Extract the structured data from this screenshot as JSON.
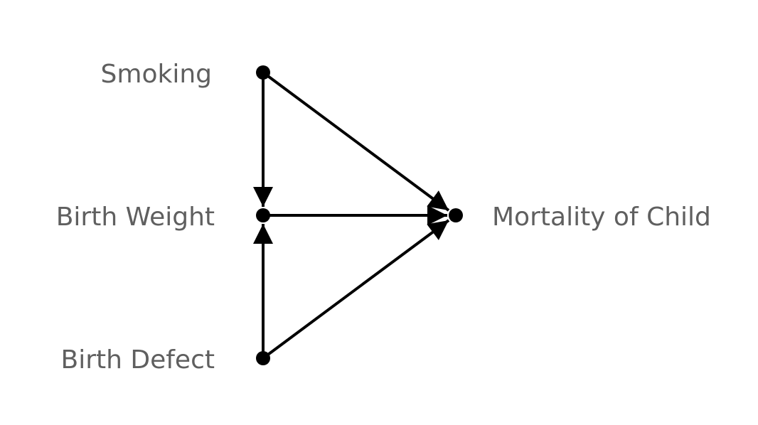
{
  "diagram": {
    "type": "directed-acyclic-graph",
    "colors": {
      "node": "#000000",
      "edge": "#000000",
      "label": "#5f5f5f",
      "background": "#ffffff"
    },
    "nodes": {
      "smoking": {
        "label": "Smoking"
      },
      "birth_weight": {
        "label": "Birth Weight"
      },
      "birth_defect": {
        "label": "Birth Defect"
      },
      "mortality": {
        "label": "Mortality of Child"
      }
    },
    "edges": [
      {
        "from": "smoking",
        "to": "birth_weight"
      },
      {
        "from": "smoking",
        "to": "mortality"
      },
      {
        "from": "birth_weight",
        "to": "mortality"
      },
      {
        "from": "birth_defect",
        "to": "birth_weight"
      },
      {
        "from": "birth_defect",
        "to": "mortality"
      }
    ]
  }
}
